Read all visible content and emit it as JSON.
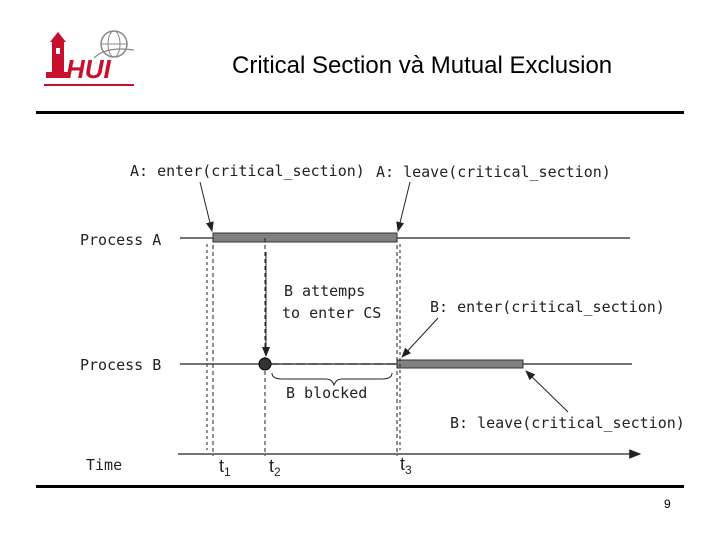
{
  "slide": {
    "title": "Critical Section và Mutual Exclusion",
    "page_number": "9",
    "logo_text": "HUI"
  },
  "diagram": {
    "process_a_label": "Process A",
    "process_b_label": "Process B",
    "time_label": "Time",
    "a_enter_label": "A: enter(critical_section)",
    "a_leave_label": "A: leave(critical_section)",
    "b_attempts_line1": "B attemps",
    "b_attempts_line2": "to enter CS",
    "b_enter_label": "B: enter(critical_section)",
    "b_leave_label": "B: leave(critical_section)",
    "b_blocked_label": "B blocked",
    "t1": {
      "main": "t",
      "sub": "1"
    },
    "t2": {
      "main": "t",
      "sub": "2"
    },
    "t3": {
      "main": "t",
      "sub": "3"
    }
  },
  "colors": {
    "bar_fill": "#808080",
    "line": "#222222",
    "logo_red": "#c8102e"
  }
}
